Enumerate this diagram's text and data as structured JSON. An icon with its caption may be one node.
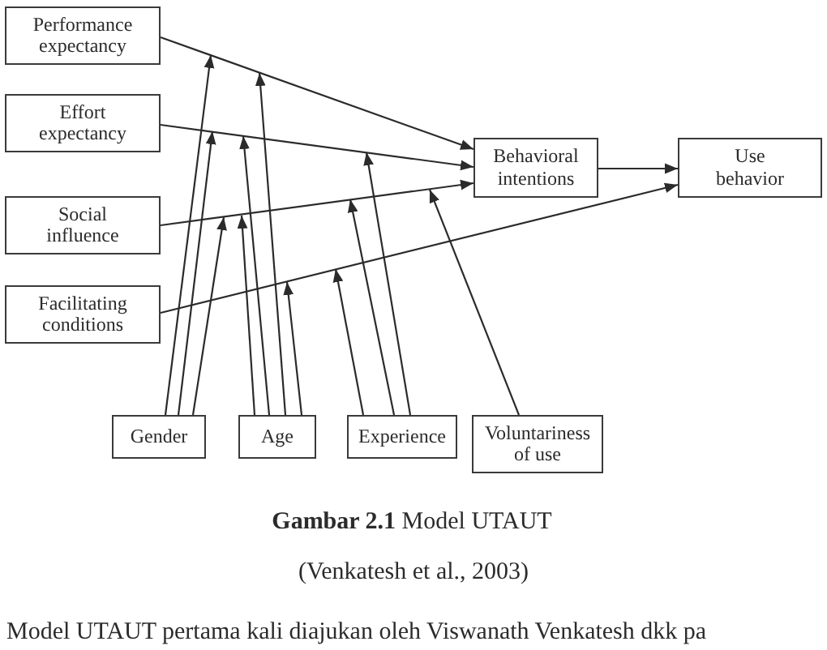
{
  "diagram": {
    "caption": "**Gambar 2.1** Model UTAUT",
    "nodes": [
      {
        "text": [
          "Performance expectancy"
        ]
      },
      {
        "text": [
          "Effort expectancy"
        ]
      },
      {
        "text": [
          "Social influence"
        ]
      },
      {
        "text": [
          "Facilitating conditions"
        ]
      },
      {
        "text": [
          "Behavioral intentions"
        ]
      },
      {
        "text": [
          "Use behavior"
        ]
      },
      {
        "text": [
          "Gender"
        ]
      },
      {
        "text": [
          "Age"
        ]
      },
      {
        "text": [
          "Experience"
        ]
      },
      {
        "text": [
          "Voluntariness of use"
        ]
      }
    ],
    "edges": [
      {
        "from": 0,
        "to": 4,
        "arrow": "to"
      },
      {
        "from": 1,
        "to": 4,
        "arrow": "to"
      },
      {
        "from": 2,
        "to": 4,
        "arrow": "to"
      },
      {
        "from": 3,
        "to": 5,
        "arrow": "to"
      },
      {
        "from": 4,
        "to": 5,
        "arrow": "to"
      },
      {
        "from": 6,
        "to": null,
        "arrow": "to"
      },
      {
        "from": 6,
        "to": null,
        "arrow": "to"
      },
      {
        "from": 6,
        "to": null,
        "arrow": "to"
      },
      {
        "from": 7,
        "to": null,
        "arrow": "to"
      },
      {
        "from": 7,
        "to": null,
        "arrow": "to"
      },
      {
        "from": 7,
        "to": null,
        "arrow": "to"
      },
      {
        "from": 7,
        "to": null,
        "arrow": "to"
      },
      {
        "from": 8,
        "to": null,
        "arrow": "to"
      },
      {
        "from": 8,
        "to": null,
        "arrow": "to"
      },
      {
        "from": 8,
        "to": null,
        "arrow": "to"
      },
      {
        "from": 9,
        "to": null,
        "arrow": "to"
      }
    ],
    "labels": [
      "(Venkatesh et al., 2003)",
      "Model UTAUT pertama kali diajukan oleh Viswanath Venkatesh dkk pa"
    ]
  }
}
